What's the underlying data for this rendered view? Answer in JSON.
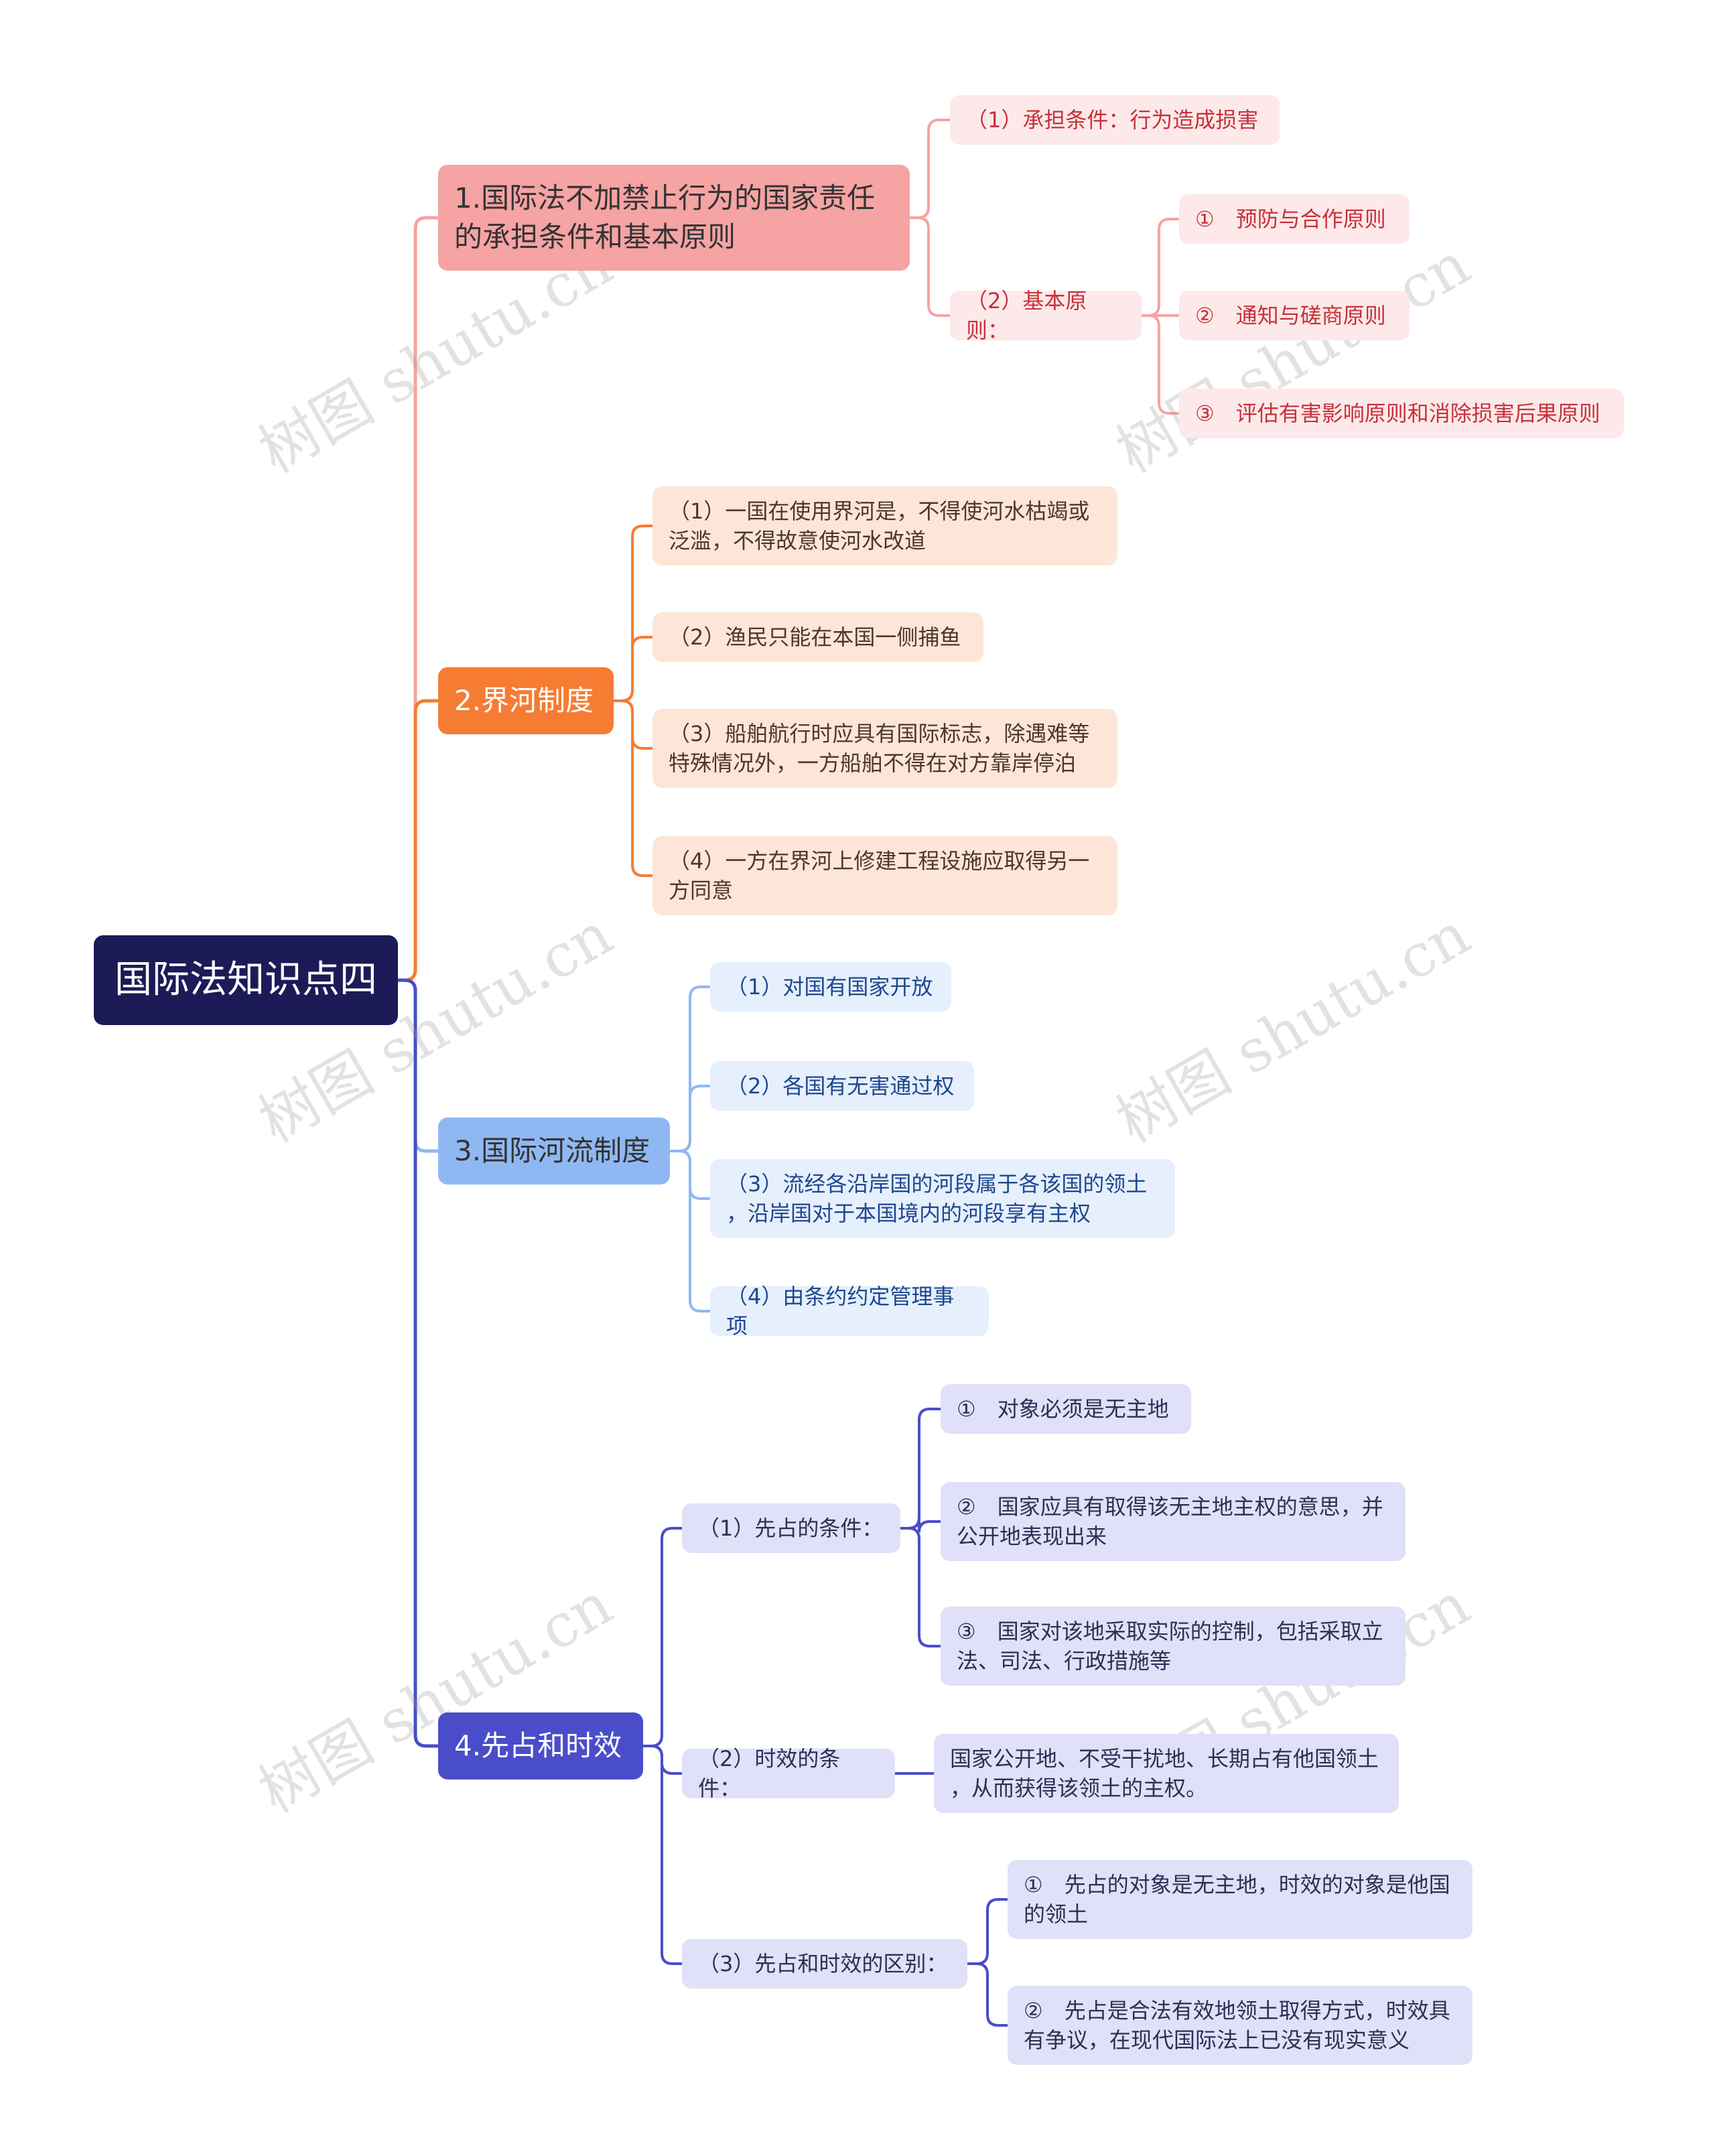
{
  "root": {
    "label": "国际法知识点四"
  },
  "branches": [
    {
      "label": "1.国际法不加禁止行为的国家责任\n的承担条件和基本原则",
      "children": [
        {
          "label": "（1）承担条件：行为造成损害"
        },
        {
          "label": "（2）基本原则：",
          "children": [
            {
              "label": "①　预防与合作原则"
            },
            {
              "label": "②　通知与磋商原则"
            },
            {
              "label": "③　评估有害影响原则和消除损害后果原则"
            }
          ]
        }
      ]
    },
    {
      "label": "2.界河制度",
      "children": [
        {
          "label": "（1）一国在使用界河是，不得使河水枯竭或\n泛滥，不得故意使河水改道"
        },
        {
          "label": "（2）渔民只能在本国一侧捕鱼"
        },
        {
          "label": "（3）船舶航行时应具有国际标志，除遇难等\n特殊情况外，一方船舶不得在对方靠岸停泊"
        },
        {
          "label": "（4）一方在界河上修建工程设施应取得另一\n方同意"
        }
      ]
    },
    {
      "label": "3.国际河流制度",
      "children": [
        {
          "label": "（1）对国有国家开放"
        },
        {
          "label": "（2）各国有无害通过权"
        },
        {
          "label": "（3）流经各沿岸国的河段属于各该国的领土\n，沿岸国对于本国境内的河段享有主权"
        },
        {
          "label": "（4）由条约约定管理事项"
        }
      ]
    },
    {
      "label": "4.先占和时效",
      "children": [
        {
          "label": "（1）先占的条件：",
          "children": [
            {
              "label": "①　对象必须是无主地"
            },
            {
              "label": "②　国家应具有取得该无主地主权的意思，并\n公开地表现出来"
            },
            {
              "label": "③　国家对该地采取实际的控制，包括采取立\n法、司法、行政措施等"
            }
          ]
        },
        {
          "label": "（2）时效的条件：",
          "children": [
            {
              "label": "国家公开地、不受干扰地、长期占有他国领土\n，从而获得该领土的主权。"
            }
          ]
        },
        {
          "label": "（3）先占和时效的区别：",
          "children": [
            {
              "label": "①　先占的对象是无主地，时效的对象是他国\n的领土"
            },
            {
              "label": "②　先占是合法有效地领土取得方式，时效具\n有争议，在现代国际法上已没有现实意义"
            }
          ]
        }
      ]
    }
  ],
  "colors": {
    "branch1": "#f5a3a3",
    "branch2": "#f57c32",
    "branch3": "#8fb8f2",
    "branch4": "#4a4dc9",
    "root": "#1c1b57"
  },
  "watermark": "树图 shutu.cn"
}
